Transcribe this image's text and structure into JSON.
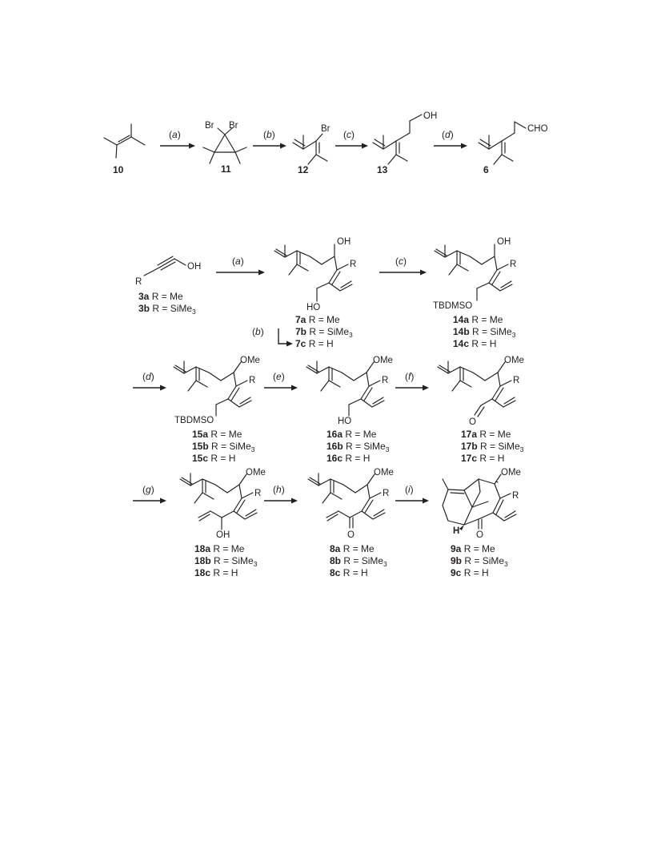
{
  "scheme1": {
    "steps": [
      "a",
      "b",
      "c",
      "d"
    ],
    "compounds": [
      "10",
      "11",
      "12",
      "13",
      "6"
    ],
    "atoms": {
      "br1": "Br",
      "br2": "Br",
      "br3": "Br",
      "oh13": "OH",
      "cho6": "CHO"
    }
  },
  "scheme2": {
    "steps": [
      "a",
      "b",
      "c",
      "d",
      "e",
      "f",
      "g",
      "h",
      "i"
    ],
    "start": {
      "atoms": {
        "oh": "OH",
        "r": "R"
      },
      "rows": [
        {
          "id": "3a",
          "rest": " R = Me"
        },
        {
          "id": "3b",
          "rest": " R = SiMe3"
        }
      ]
    },
    "atoms": {
      "oh": "OH",
      "ho": "HO",
      "ome": "OMe",
      "r": "R",
      "tbdmso": "TBDMSO",
      "o": "O",
      "h": "H"
    },
    "series": {
      "7": [
        {
          "id": "7a",
          "rest": " R = Me"
        },
        {
          "id": "7b",
          "rest": " R = SiMe3"
        },
        {
          "id": "7c",
          "rest": " R = H"
        }
      ],
      "14": [
        {
          "id": "14a",
          "rest": " R = Me"
        },
        {
          "id": "14b",
          "rest": " R = SiMe3"
        },
        {
          "id": "14c",
          "rest": " R = H"
        }
      ],
      "15": [
        {
          "id": "15a",
          "rest": " R = Me"
        },
        {
          "id": "15b",
          "rest": " R = SiMe3"
        },
        {
          "id": "15c",
          "rest": " R = H"
        }
      ],
      "16": [
        {
          "id": "16a",
          "rest": " R = Me"
        },
        {
          "id": "16b",
          "rest": " R = SiMe3"
        },
        {
          "id": "16c",
          "rest": " R = H"
        }
      ],
      "17": [
        {
          "id": "17a",
          "rest": " R = Me"
        },
        {
          "id": "17b",
          "rest": " R = SiMe3"
        },
        {
          "id": "17c",
          "rest": " R = H"
        }
      ],
      "18": [
        {
          "id": "18a",
          "rest": " R = Me"
        },
        {
          "id": "18b",
          "rest": " R = SiMe3"
        },
        {
          "id": "18c",
          "rest": " R = H"
        }
      ],
      "8": [
        {
          "id": "8a",
          "rest": " R = Me"
        },
        {
          "id": "8b",
          "rest": " R = SiMe3"
        },
        {
          "id": "8c",
          "rest": " R = H"
        }
      ],
      "9": [
        {
          "id": "9a",
          "rest": " R = Me"
        },
        {
          "id": "9b",
          "rest": " R = SiMe3"
        },
        {
          "id": "9c",
          "rest": " R = H"
        }
      ]
    }
  }
}
